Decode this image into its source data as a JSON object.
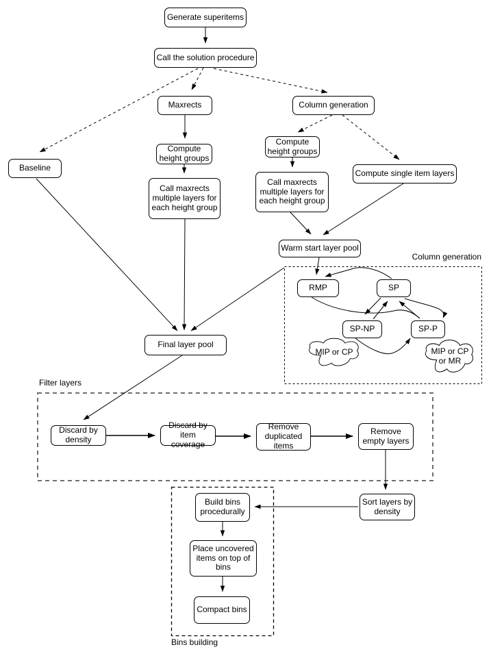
{
  "nodes": {
    "generate_superitems": "Generate superitems",
    "call_solution_procedure": "Call the solution procedure",
    "maxrects": "Maxrects",
    "column_generation": "Column generation",
    "baseline": "Baseline",
    "compute_height_groups_left": "Compute height groups",
    "call_maxrects_left": "Call maxrects multiple layers for each height group",
    "compute_height_groups_right": "Compute height groups",
    "call_maxrects_right": "Call maxrects multiple layers for each height group",
    "compute_single_item_layers": "Compute single item layers",
    "warm_start_layer_pool": "Warm start layer pool",
    "rmp": "RMP",
    "sp": "SP",
    "sp_np": "SP-NP",
    "sp_p": "SP-P",
    "final_layer_pool": "Final layer pool",
    "discard_by_density": "Discard by density",
    "discard_by_item_coverage": "Discard by item coverage",
    "remove_duplicated_items": "Remove duplicated items",
    "remove_empty_layers": "Remove empty layers",
    "sort_layers_by_density": "Sort layers by density",
    "build_bins_procedurally": "Build bins procedurally",
    "place_uncovered_items": "Place uncovered items on top of bins",
    "compact_bins": "Compact bins"
  },
  "clouds": {
    "sp_np_solver": "MIP or CP",
    "sp_p_solver": "MIP or CP or MR"
  },
  "groups": {
    "column_generation": "Column generation",
    "filter_layers": "Filter layers",
    "bins_building": "Bins building"
  },
  "colors": {
    "node_border": "#000000",
    "node_fill": "#ffffff",
    "edge": "#000000",
    "filter_group_border": "#6e6e6e",
    "background": "#ffffff"
  }
}
